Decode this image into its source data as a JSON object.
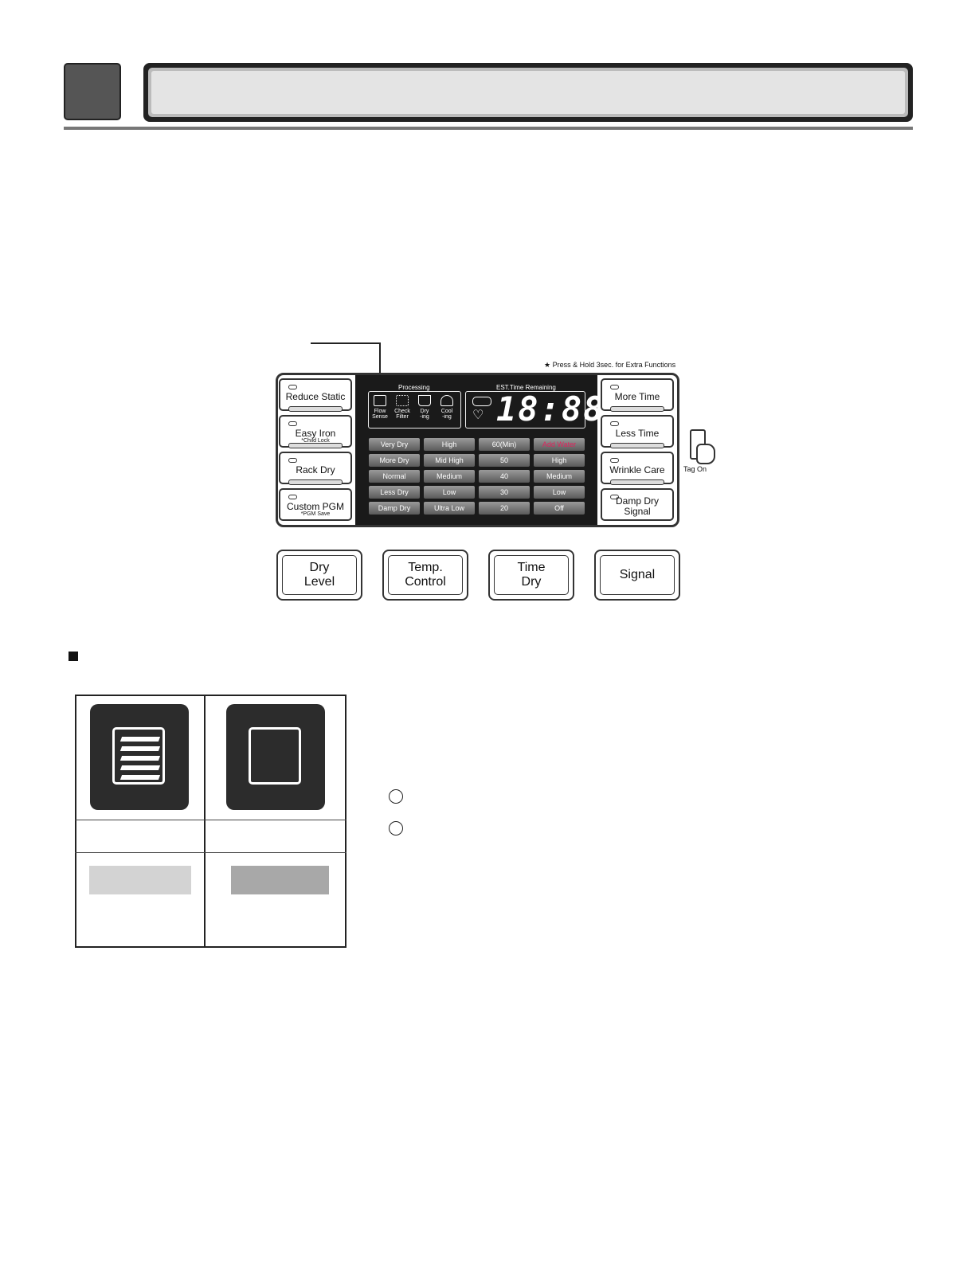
{
  "panel": {
    "note": "★ Press & Hold 3sec. for Extra Functions",
    "left_buttons": [
      {
        "label": "Reduce Static",
        "sub": ""
      },
      {
        "label": "Easy Iron",
        "sub": "*Child Lock"
      },
      {
        "label": "Rack Dry",
        "sub": ""
      },
      {
        "label": "Custom PGM",
        "sub": "*PGM Save"
      }
    ],
    "right_buttons": [
      {
        "label": "More Time"
      },
      {
        "label": "Less Time"
      },
      {
        "label": "Wrinkle Care"
      },
      {
        "label": "Damp Dry",
        "label2": "Signal"
      }
    ],
    "display": {
      "processing_label": "Processing",
      "est_label": "EST.Time Remaining",
      "icons": [
        {
          "icon": "flow-sense-icon",
          "line1": "Flow",
          "line2": "Sense"
        },
        {
          "icon": "check-filter-icon",
          "line1": "Check",
          "line2": "Filter"
        },
        {
          "icon": "dry-ing-icon",
          "line1": "Dry",
          "line2": "-ing"
        },
        {
          "icon": "cool-ing-icon",
          "line1": "Cool",
          "line2": "-ing"
        }
      ],
      "digits": "18:88",
      "grid": {
        "dry_level": [
          "Very Dry",
          "More Dry",
          "Normal",
          "Less Dry",
          "Damp Dry"
        ],
        "temp": [
          "High",
          "Mid High",
          "Medium",
          "Low",
          "Ultra Low"
        ],
        "time": [
          "60(Min)",
          "50",
          "40",
          "30",
          "20"
        ],
        "signal": [
          "Add Water",
          "High",
          "Medium",
          "Low",
          "Off"
        ]
      },
      "add_water_color": "#e0245e"
    },
    "bottom_buttons": [
      {
        "line1": "Dry",
        "line2": "Level"
      },
      {
        "line1": "Temp.",
        "line2": "Control"
      },
      {
        "line1": "Time",
        "line2": "Dry"
      },
      {
        "line1": "Signal",
        "line2": ""
      }
    ],
    "tag_on": "Tag On"
  }
}
